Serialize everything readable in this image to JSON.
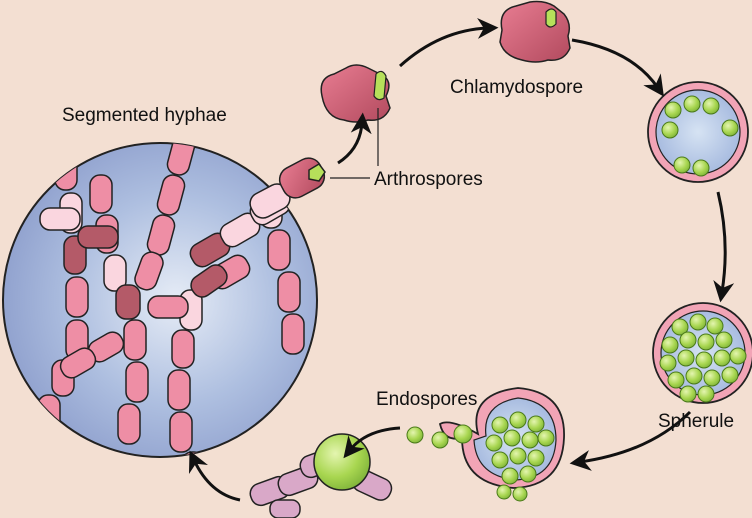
{
  "labels": {
    "segmented_hyphae": "Segmented hyphae",
    "arthrospores": "Arthrospores",
    "chlamydospore": "Chlamydospore",
    "spherule": "Spherule",
    "endospores": "Endospores"
  },
  "colors": {
    "background": "#f3dfd2",
    "circle_fill": "#a6b6dc",
    "hypha_pink": "#ee8ea5",
    "hypha_dark": "#b45a68",
    "hypha_light": "#fad6df",
    "endospore_green": "#9fd24a",
    "spore_wall": "#e88aa0",
    "spore_inner": "#b8cde6",
    "arrow": "#111111"
  }
}
